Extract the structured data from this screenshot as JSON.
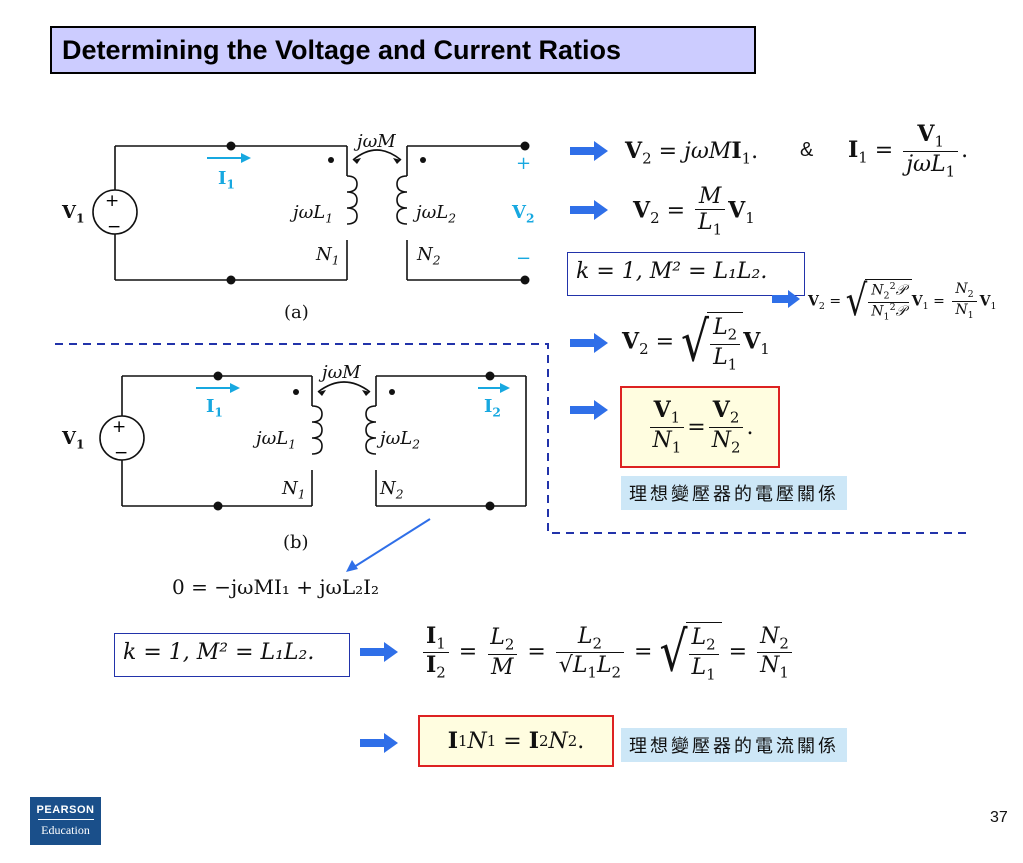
{
  "slide": {
    "title": "Determining the Voltage and Current Ratios",
    "page_number": "37"
  },
  "logo": {
    "line1": "PEARSON",
    "line2": "Education"
  },
  "circuit_a": {
    "caption": "(a)",
    "source": "V",
    "current": "I",
    "mutual": "jωM",
    "inductor1": "jωL",
    "inductor2": "jωL",
    "turns1": "N",
    "turns2": "N",
    "output_voltage": "V",
    "plus": "+",
    "minus": "−"
  },
  "circuit_b": {
    "caption": "(b)",
    "source": "V",
    "current1": "I",
    "current2": "I",
    "mutual": "jωM",
    "inductor1": "jωL",
    "inductor2": "jωL",
    "turns1": "N",
    "turns2": "N"
  },
  "equations": {
    "ampersand": "&",
    "coupling": "k = 1, M² = L₁L₂.",
    "kvl_b": "0 = −jωMI₁ + jωL₂I₂"
  },
  "labels": {
    "voltage_relation": "理想變壓器的電壓關係",
    "current_relation": "理想變壓器的電流關係"
  },
  "colors": {
    "title_bg": "#ccccff",
    "arrow": "#2f6fe8",
    "current_arrow": "#17a8e0",
    "result_frame": "#dd2222",
    "label_bg": "#cde7f7"
  }
}
